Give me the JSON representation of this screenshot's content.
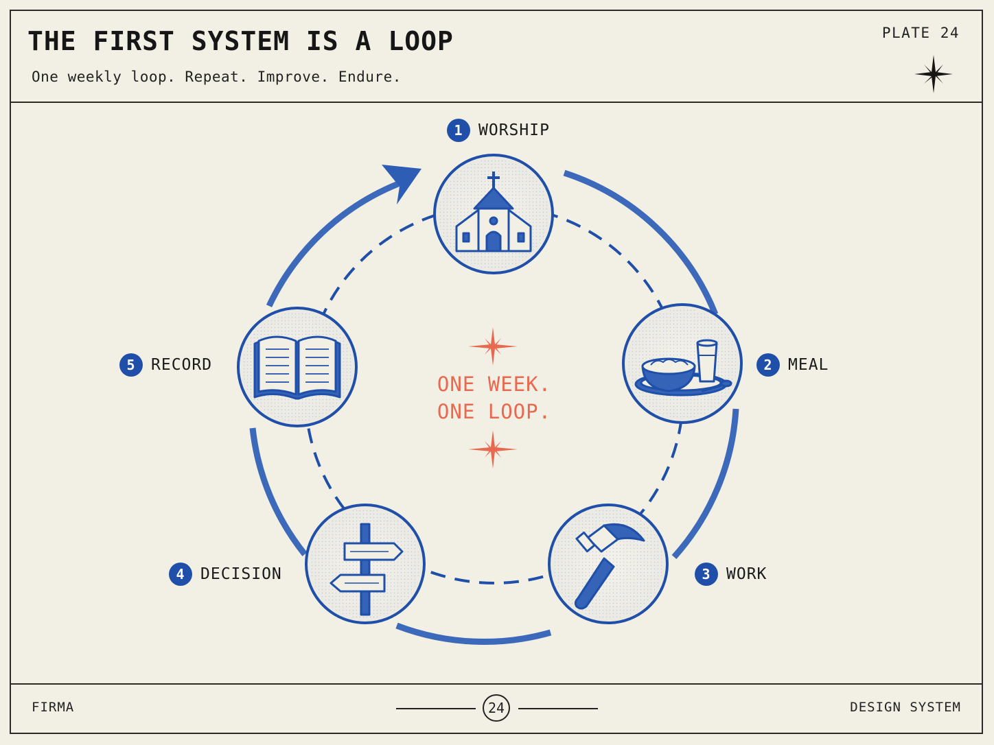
{
  "header": {
    "title": "THE FIRST SYSTEM IS A LOOP",
    "subtitle": "One weekly loop. Repeat. Improve. Endure.",
    "plate": "PLATE 24"
  },
  "center": {
    "line1": "ONE WEEK.",
    "line2": "ONE LOOP."
  },
  "nodes": [
    {
      "number": "1",
      "label": "WORSHIP",
      "icon": "church-icon"
    },
    {
      "number": "2",
      "label": "MEAL",
      "icon": "meal-icon"
    },
    {
      "number": "3",
      "label": "WORK",
      "icon": "hammer-icon"
    },
    {
      "number": "4",
      "label": "DECISION",
      "icon": "signpost-icon"
    },
    {
      "number": "5",
      "label": "RECORD",
      "icon": "book-icon"
    }
  ],
  "footer": {
    "left": "FIRMA",
    "page": "24",
    "right": "DESIGN SYSTEM"
  },
  "colors": {
    "background": "#f2efe4",
    "ink": "#1d1d1d",
    "blue": "#1f4fa8",
    "accent": "#e8694f"
  }
}
